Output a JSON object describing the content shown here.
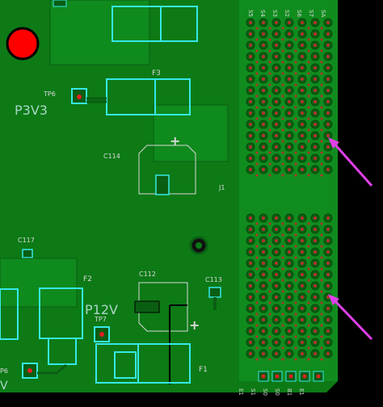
{
  "colors": {
    "board": "#0d7a16",
    "board_edge": "#000000",
    "copper_region": "#0f8a1d",
    "silk": "#d8d8d8",
    "pad_outline": "#36e8e8",
    "via": "#b8302a",
    "marker": "#ff0000",
    "arrow": "#e040e8"
  },
  "labels": {
    "tp6": "TP6",
    "p3v3": "P3V3",
    "f3": "F3",
    "c114": "C114",
    "j1": "J1",
    "c117": "C117",
    "f2": "F2",
    "c112": "C112",
    "c113": "C113",
    "p12v": "P12V",
    "tp7": "TP7",
    "f1": "F1",
    "p6": "P6",
    "v": "V",
    "plus_1": "+",
    "plus_2": "+"
  },
  "connector_top_labels": [
    "S5",
    "S4",
    "S3",
    "S2",
    "S6",
    "S7",
    "SA"
  ],
  "connector_bottom_labels": [
    "E1",
    "S1",
    "S0",
    "S0",
    "B1",
    "E1"
  ]
}
